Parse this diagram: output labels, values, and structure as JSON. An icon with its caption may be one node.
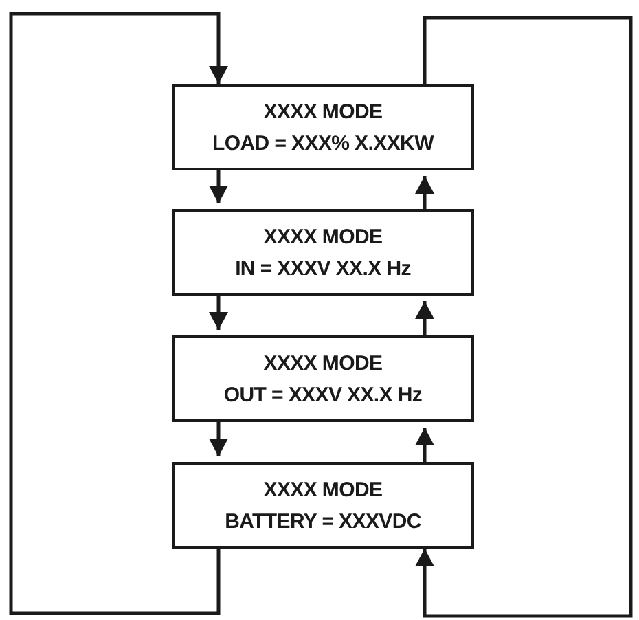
{
  "diagram": {
    "nodes": [
      {
        "text": [
          "XXXX MODE",
          "LOAD = XXX% X.XXKW"
        ]
      },
      {
        "text": [
          "XXXX MODE",
          "IN = XXXV XX.X Hz"
        ]
      },
      {
        "text": [
          "XXXX MODE",
          "OUT = XXXV XX.X Hz"
        ]
      },
      {
        "text": [
          "XXXX MODE",
          "BATTERY = XXXVDC"
        ]
      }
    ],
    "edges": [
      {
        "from": 0,
        "to": 1,
        "arrow": "to"
      },
      {
        "from": 1,
        "to": 0,
        "arrow": "to"
      },
      {
        "from": 1,
        "to": 2,
        "arrow": "to"
      },
      {
        "from": 2,
        "to": 1,
        "arrow": "to"
      },
      {
        "from": 2,
        "to": 3,
        "arrow": "to"
      },
      {
        "from": 3,
        "to": 2,
        "arrow": "to"
      },
      {
        "from": 3,
        "to": 0,
        "arrow": "to"
      },
      {
        "from": 0,
        "to": 3,
        "arrow": "to"
      }
    ]
  }
}
